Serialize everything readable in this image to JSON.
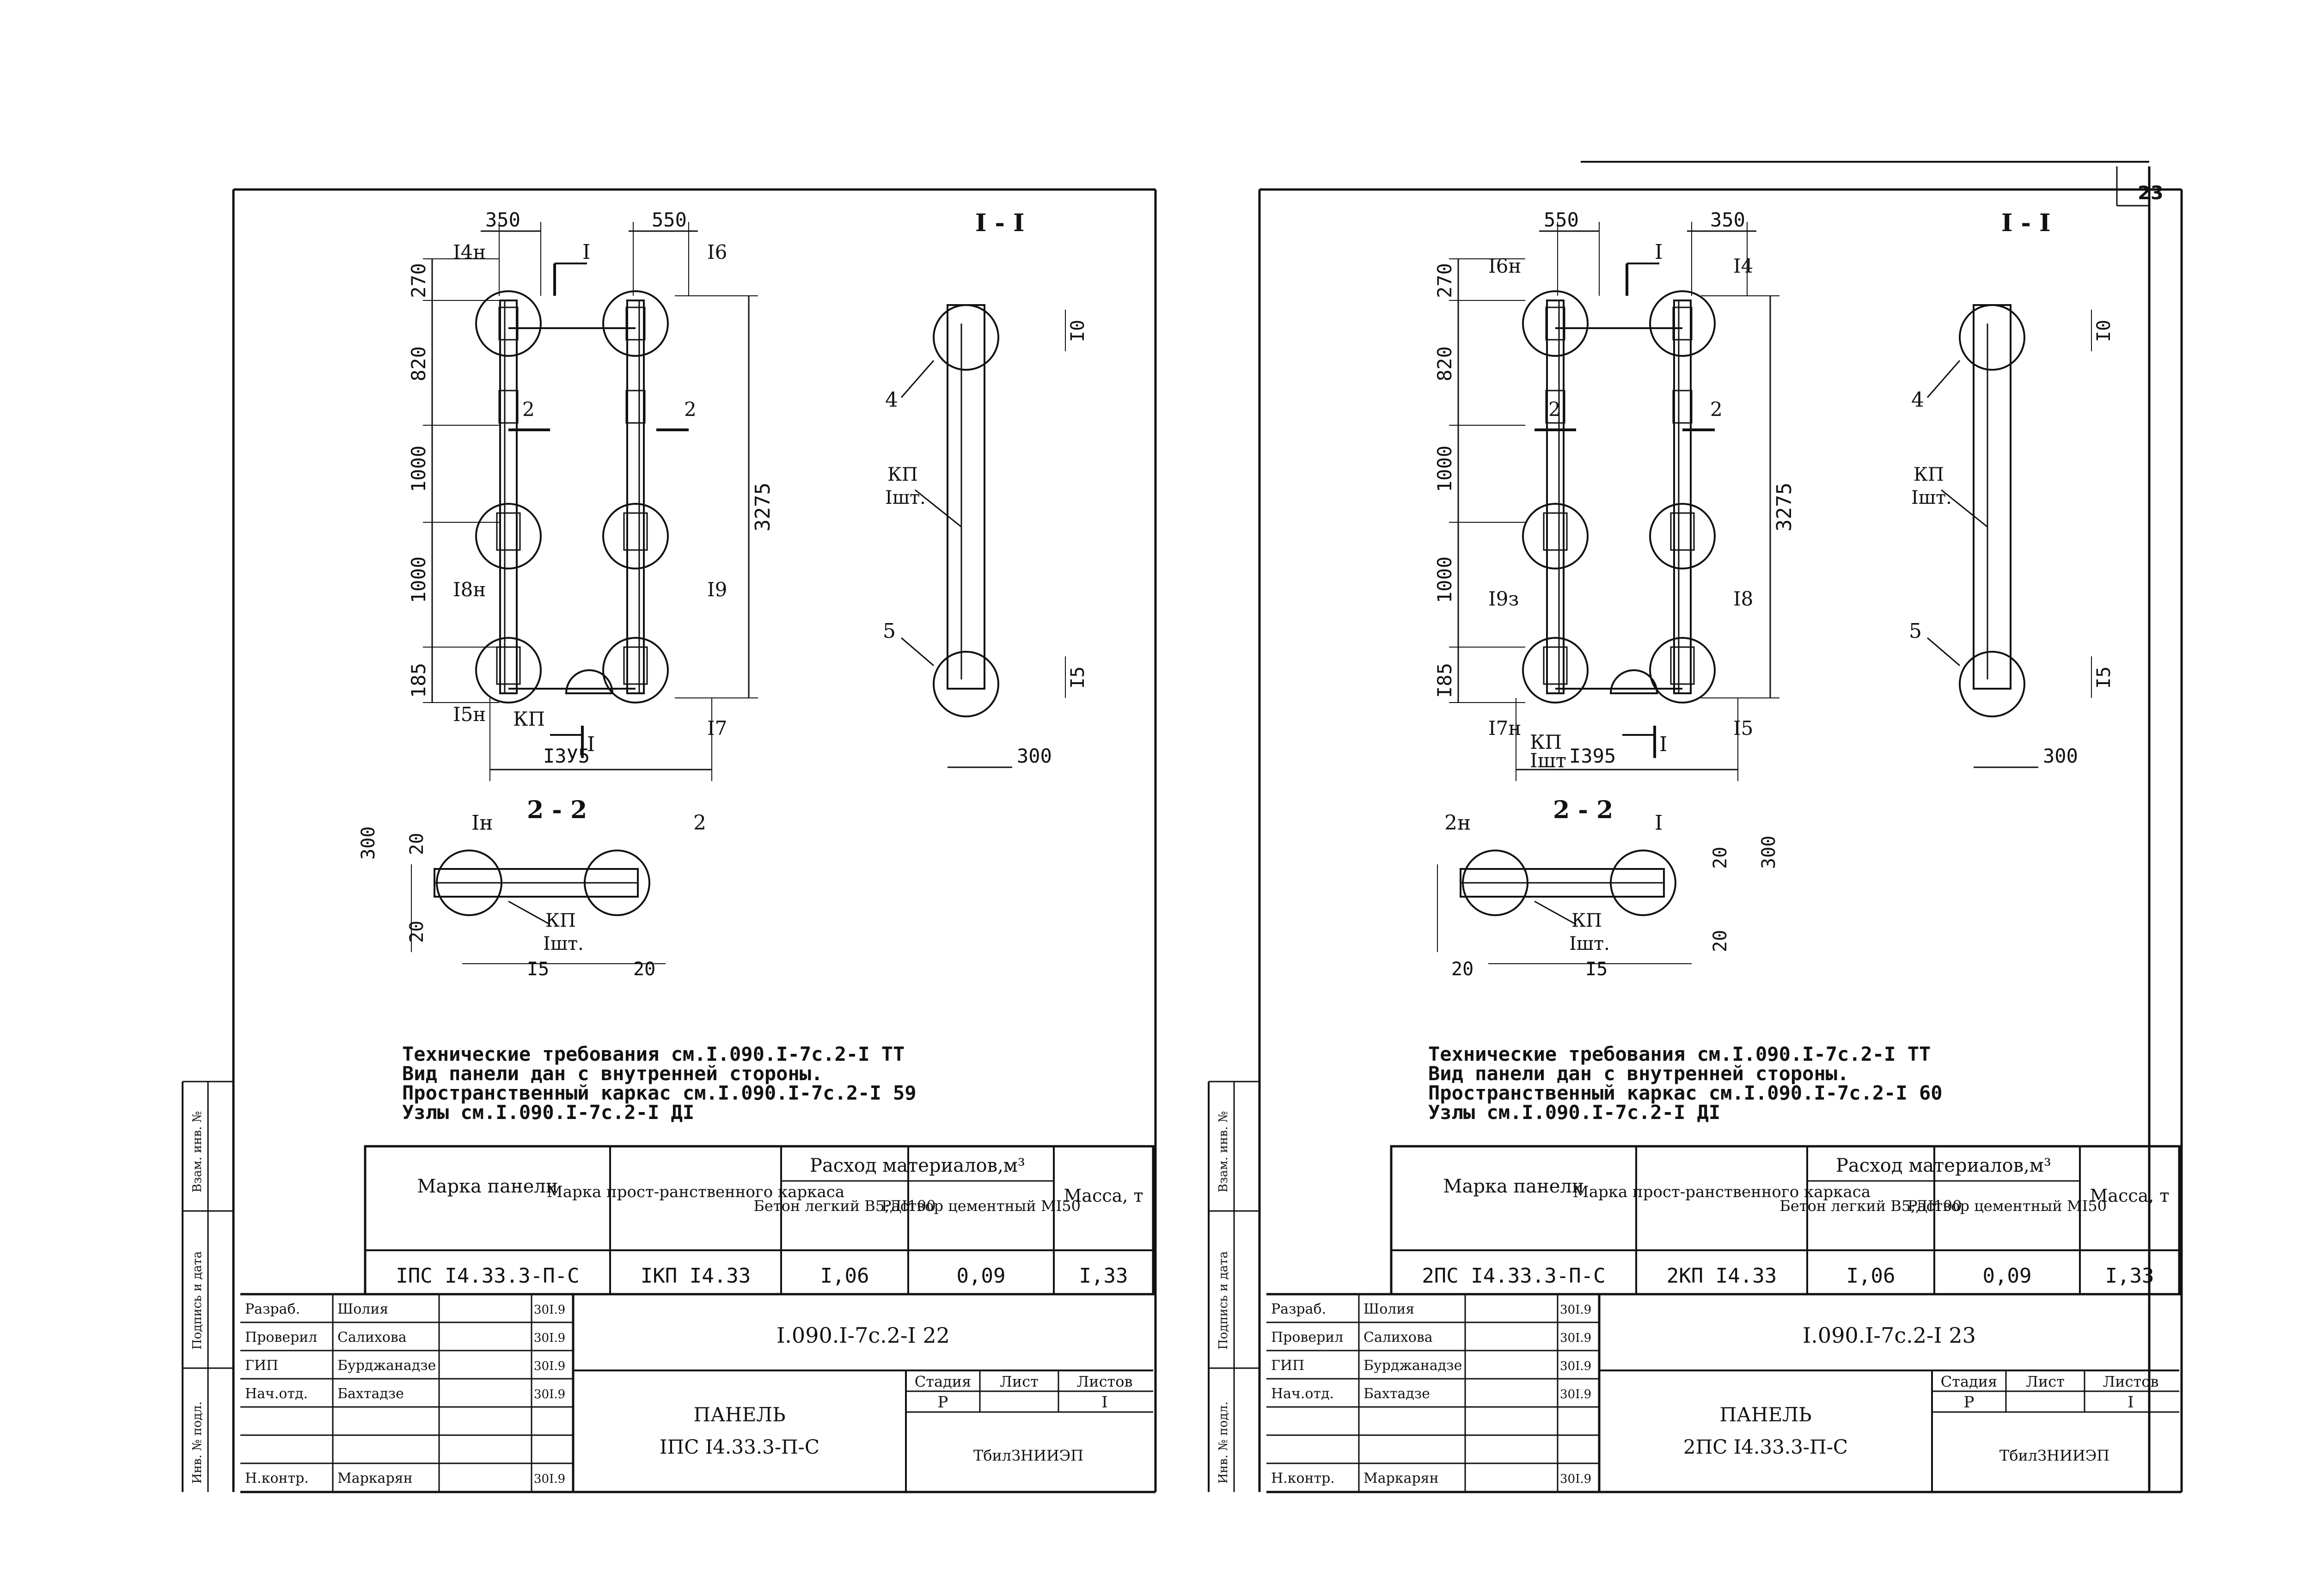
{
  "sheets": [
    {
      "plan": {
        "top_dims": [
          "350",
          "550"
        ],
        "vert_dims": [
          "270",
          "820",
          "1000",
          "1000",
          "185"
        ],
        "overall_height": "3275",
        "overall_width": "I3У5",
        "callouts": [
          "I4н",
          "I6",
          "I8н",
          "I9",
          "I5н",
          "I7",
          "КП"
        ],
        "section_1": "I",
        "section_2": "2"
      },
      "section_11": {
        "title": "I - I",
        "marks": [
          "4",
          "5"
        ],
        "kp": "КП",
        "kp_qty": "Iшт.",
        "dims": [
          "I0",
          "I5",
          "300"
        ]
      },
      "section_22": {
        "title": "2 - 2",
        "marks": [
          "Iн",
          "2"
        ],
        "kp": "КП",
        "kp_qty": "Iшт.",
        "dims": [
          "300",
          "20",
          "20",
          "I5",
          "20"
        ]
      },
      "notes": [
        "Технические требования см.I.090.I-7с.2-I ТТ",
        "Вид панели дан с внутренней стороны.",
        "Пространственный каркас см.I.090.I-7с.2-I 59",
        "Узлы см.I.090.I-7с.2-I ДI"
      ],
      "table": {
        "headers": {
          "mark": "Марка панели",
          "frame": "Марка прост-ранственного каркаса",
          "consumption": "Расход материалов,м³",
          "concrete": "Бетон легкий В5;ДI100",
          "mortar": "Раствор цементный МI50",
          "mass": "Масса, т"
        },
        "row": {
          "mark": "IПС I4.33.3-П-С",
          "frame": "IКП I4.33",
          "concrete": "I,06",
          "mortar": "0,09",
          "mass": "I,33"
        }
      },
      "title_block": {
        "roles": [
          "Разраб.",
          "Проверил",
          "ГИП",
          "Нач.отд.",
          "",
          "",
          "Н.контр."
        ],
        "names": [
          "Шолия",
          "Салихова",
          "Бурджанадзе",
          "Бахтадзе",
          "",
          "",
          "Маркарян"
        ],
        "dates": [
          "30I.9",
          "30I.9",
          "30I.9",
          "30I.9",
          "",
          "",
          "30I.9"
        ],
        "doc_code": "I.090.I-7с.2-I 22",
        "title": "ПАНЕЛЬ",
        "subtitle": "IПС I4.33.3-П-С",
        "stage_label": "Стадия",
        "sheet_label": "Лист",
        "sheets_label": "Листов",
        "stage": "Р",
        "sheet": "",
        "sheets": "I",
        "org": "ТбилЗНИИЭП"
      },
      "side_labels": [
        "Взам. инв. №",
        "Подпись и дата",
        "Инв. № подл."
      ]
    },
    {
      "sheet_number": "23",
      "plan": {
        "top_dims": [
          "550",
          "350"
        ],
        "vert_dims": [
          "270",
          "820",
          "1000",
          "1000",
          "I85"
        ],
        "overall_height": "3275",
        "overall_width": "I395",
        "callouts": [
          "I6н",
          "I4",
          "I9з",
          "I8",
          "I7н",
          "I5",
          "КП",
          "Iшт"
        ],
        "section_1": "I",
        "section_2": "2"
      },
      "section_11": {
        "title": "I - I",
        "marks": [
          "4",
          "5"
        ],
        "kp": "КП",
        "kp_qty": "Iшт.",
        "dims": [
          "I0",
          "I5",
          "300"
        ]
      },
      "section_22": {
        "title": "2 - 2",
        "marks": [
          "2н",
          "I"
        ],
        "kp": "КП",
        "kp_qty": "Iшт.",
        "dims": [
          "300",
          "20",
          "20",
          "20",
          "I5"
        ]
      },
      "notes": [
        "Технические требования см.I.090.I-7с.2-I ТТ",
        "Вид панели дан с внутренней стороны.",
        "Пространственный каркас см.I.090.I-7с.2-I 60",
        "Узлы см.I.090.I-7с.2-I ДI"
      ],
      "table": {
        "headers": {
          "mark": "Марка панели",
          "frame": "Марка прост-ранственного каркаса",
          "consumption": "Расход материалов,м³",
          "concrete": "Бетон легкий В5;ДI100",
          "mortar": "Раствор цементный МI50",
          "mass": "Масса, т"
        },
        "row": {
          "mark": "2ПС I4.33.3-П-С",
          "frame": "2КП I4.33",
          "concrete": "I,06",
          "mortar": "0,09",
          "mass": "I,33"
        }
      },
      "title_block": {
        "roles": [
          "Разраб.",
          "Проверил",
          "ГИП",
          "Нач.отд.",
          "",
          "",
          "Н.контр."
        ],
        "names": [
          "Шолия",
          "Салихова",
          "Бурджанадзе",
          "Бахтадзе",
          "",
          "",
          "Маркарян"
        ],
        "dates": [
          "30I.9",
          "30I.9",
          "30I.9",
          "30I.9",
          "",
          "",
          "30I.9"
        ],
        "doc_code": "I.090.I-7с.2-I 23",
        "title": "ПАНЕЛЬ",
        "subtitle": "2ПС I4.33.3-П-С",
        "stage_label": "Стадия",
        "sheet_label": "Лист",
        "sheets_label": "Листов",
        "stage": "Р",
        "sheet": "",
        "sheets": "I",
        "org": "ТбилЗНИИЭП"
      },
      "side_labels": [
        "Взам. инв. №",
        "Подпись и дата",
        "Инв. № подл."
      ]
    }
  ]
}
